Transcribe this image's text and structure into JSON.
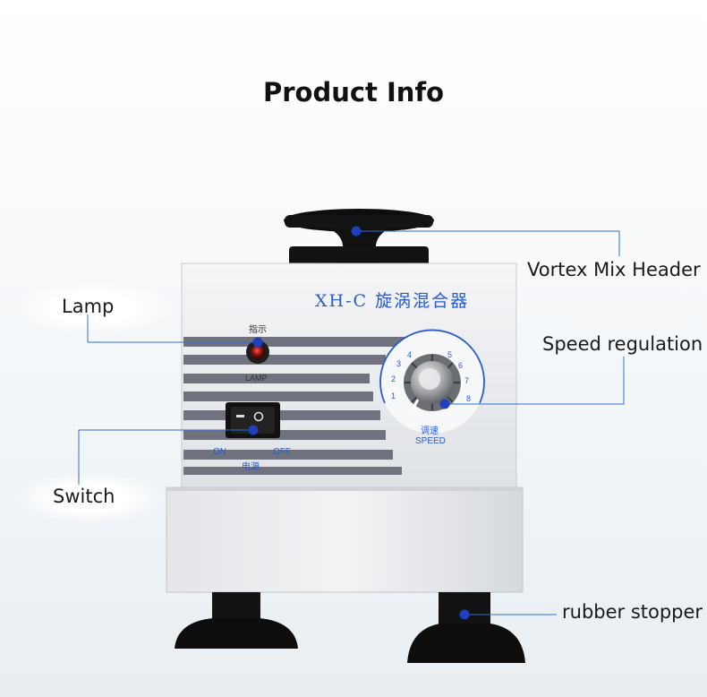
{
  "title": "Product Info",
  "callouts": {
    "vortex_header": "Vortex Mix Header",
    "lamp": "Lamp",
    "speed_regulation": "Speed regulation",
    "switch": "Switch",
    "rubber_stopper": "rubber stopper"
  },
  "device": {
    "model_label": "XH-C 旋涡混合器",
    "lamp_label_cn": "指示",
    "lamp_label_en": "LAMP",
    "switch_on": "ON",
    "switch_off": "OFF",
    "switch_label_cn": "电源",
    "speed_label_cn": "调速",
    "speed_label_en": "SPEED",
    "dial_numbers": [
      "1",
      "2",
      "3",
      "4",
      "5",
      "6",
      "7",
      "8"
    ]
  },
  "colors": {
    "callout_line": "#2f6fd6",
    "stripe": "#6e7280",
    "label_blue": "#2a5bd0",
    "feet": "#141414"
  }
}
